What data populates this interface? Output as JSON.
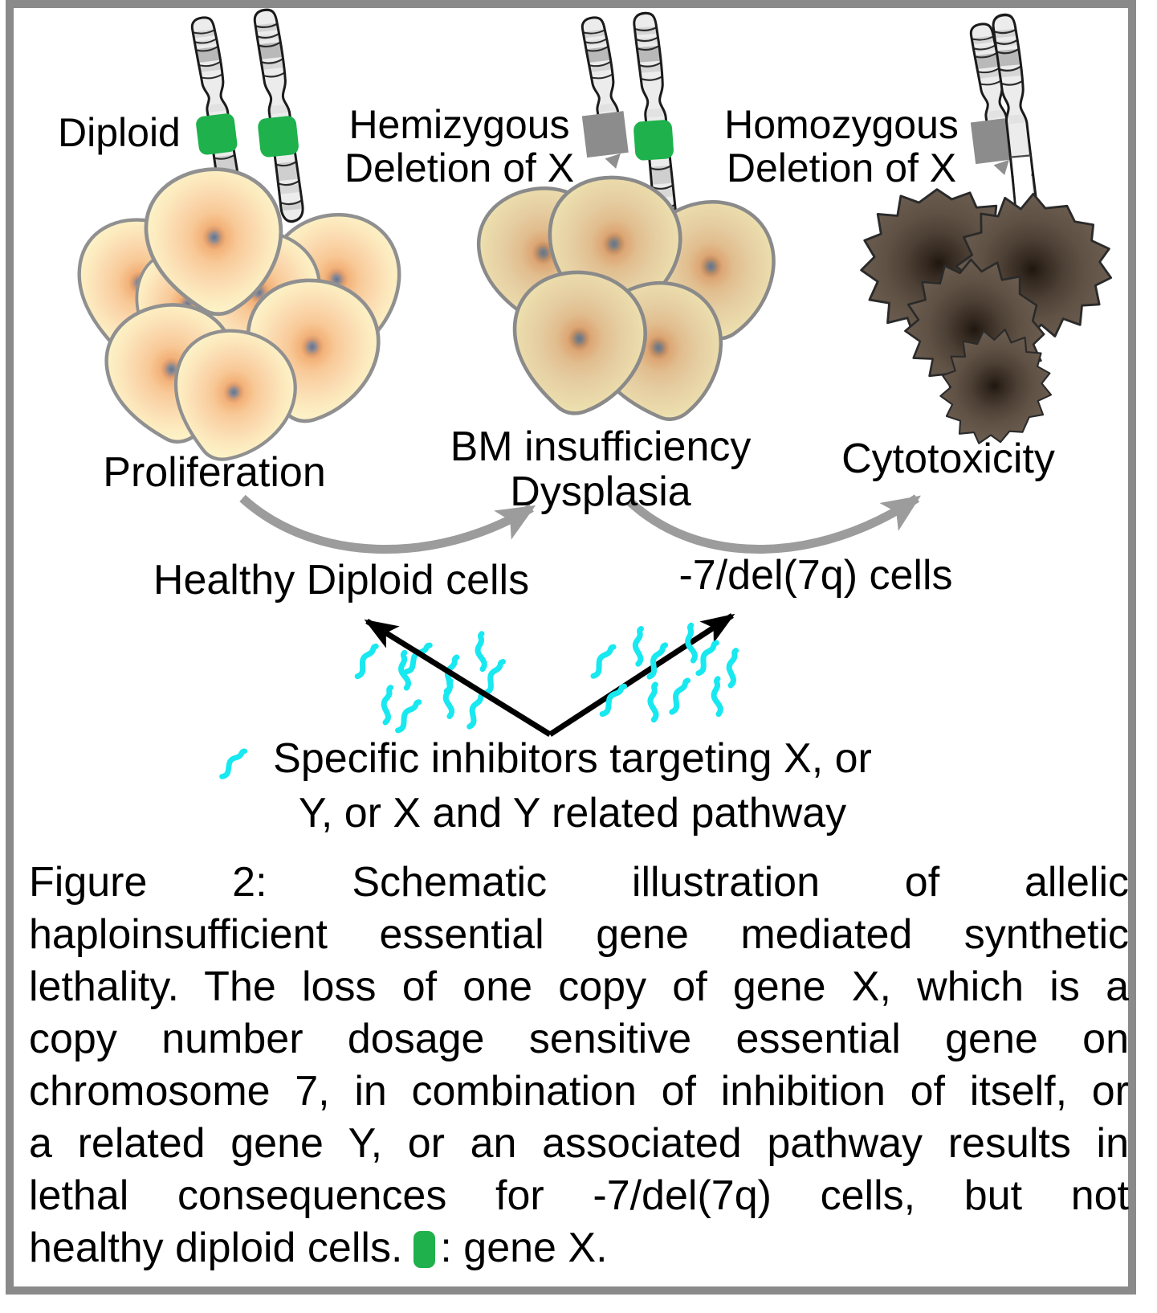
{
  "figure": {
    "panels": {
      "diploid": {
        "label": "Diploid"
      },
      "hemizygous": {
        "label_line1": "Hemizygous",
        "label_line2": "Deletion of X"
      },
      "homozygous": {
        "label_line1": "Homozygous",
        "label_line2": "Deletion of X"
      }
    },
    "outcomes": {
      "proliferation": "Proliferation",
      "bm_line1": "BM insufficiency",
      "bm_line2": "Dysplasia",
      "cytotoxicity": "Cytotoxicity"
    },
    "cell_groups": {
      "healthy": "Healthy Diploid cells",
      "del7q": "-7/del(7q) cells"
    },
    "inhibitors": {
      "line1": "Specific inhibitors targeting X, or",
      "line2": "Y, or X and Y related pathway"
    }
  },
  "caption": {
    "justified_lines": [
      "Figure 2: Schematic illustration of allelic",
      "haploinsufficient essential gene mediated synthetic",
      "lethality. The loss of one copy of gene X, which is a",
      "copy number dosage sensitive essential gene on",
      "chromosome 7, in combination of inhibition of itself, or",
      "a related gene Y, or an associated pathway results in",
      "lethal consequences for -7/del(7q) cells, but not"
    ],
    "last_line_prefix": "healthy diploid cells.",
    "last_line_suffix": ": gene X."
  },
  "colors": {
    "gene_x_green": "#1eb14c",
    "deleted_gray": "#8c8c8c",
    "inhibitor_cyan": "#18e8f0",
    "arrow_gray": "#9c9c9c",
    "frame_gray": "#8a8a8a"
  }
}
